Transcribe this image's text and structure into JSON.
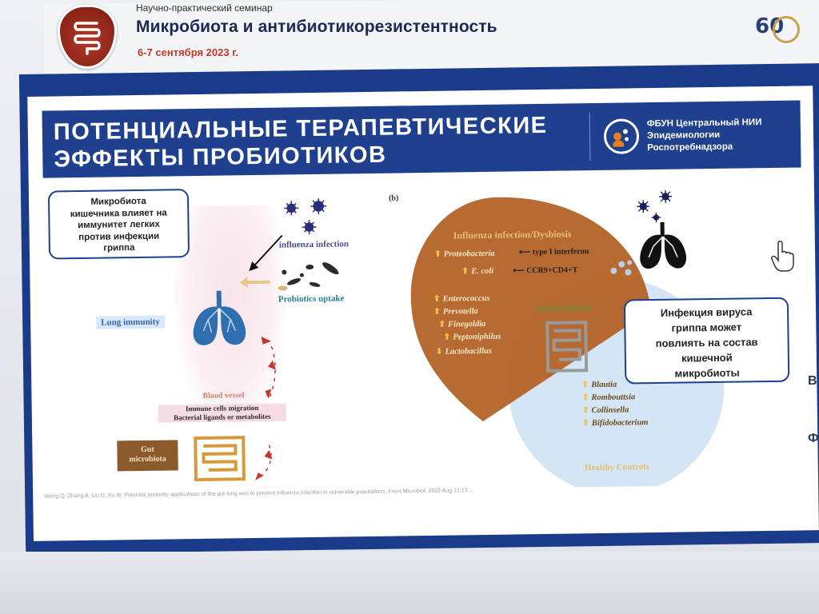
{
  "seminar": {
    "subtitle": "Научно-практический семинар",
    "title": "Микробиота и антибиотикорезистентность",
    "dates": "6-7 сентября 2023 г.",
    "logo_icon": "intestine-icon",
    "anniversary_logo": "60"
  },
  "slide": {
    "title_line1": "ПОТЕНЦИАЛЬНЫЕ ТЕРАПЕВТИЧЕСКИЕ",
    "title_line2": "ЭФФЕКТЫ ПРОБИОТИКОВ",
    "org_line1": "ФБУН Центральный НИИ",
    "org_line2": "Эпидемиологии",
    "org_line3": "Роспотребнадзора",
    "panel_b_label": "(b)",
    "colors": {
      "header_bg": "#1f3f8f",
      "frame": "#1a3a8a",
      "dysbiosis_fill": "#b5652a",
      "healthy_fill": "#d4e6f5",
      "gut_box": "#8a5a2b"
    }
  },
  "left_panel": {
    "callout_line1": "Микробиота",
    "callout_line2": "кишечника влияет на",
    "callout_line3": "иммунитет легких",
    "callout_line4": "против инфекции",
    "callout_line5": "гриппа",
    "influenza_label": "influenza infection",
    "probiotics_label": "Probiotics uptake",
    "lung_immunity_label": "Lung immunity",
    "blood_vessel_label": "Blood vessel",
    "immune_line1": "Immune cells migration",
    "immune_line2": "Bacterial ligands or metabolites",
    "gut_line1": "Gut",
    "gut_line2": "microbiota"
  },
  "right_panel": {
    "dysbiosis_title": "Influenza infection/Dysbiosis",
    "proteobacteria": "Proteobacteria",
    "ecoli": "E. coli",
    "type1_interferon": "type I interferon",
    "ccr9": "CCR9+CD4+T",
    "enterococcus": "Enterococcus",
    "prevotella": "Prevotella",
    "finegoldia": "Finegoldia",
    "peptoniphilus": "Peptoniphilus",
    "lactobacillus": "Lactobacillus",
    "gut_microbiota_label": "Gut microbiota",
    "blautia": "Blautia",
    "roseburia": "Rombouttsia",
    "collinsella": "Collinsella",
    "bifidobacterium": "Bifidobacterium",
    "healthy_label": "Healthy Controls",
    "callout_line1": "Инфекция вируса",
    "callout_line2": "гриппа может",
    "callout_line3": "повлиять на состав",
    "callout_line4": "кишечной",
    "callout_line5": "микробиоты"
  },
  "reference": "Wang Q, Zhang A, Liu D, Xu W. Potential probiotic applications of the gut-lung axis to prevent influenza infection in vulnerable populations. Front Microbiol. 2022 Aug 12;13:..."
}
